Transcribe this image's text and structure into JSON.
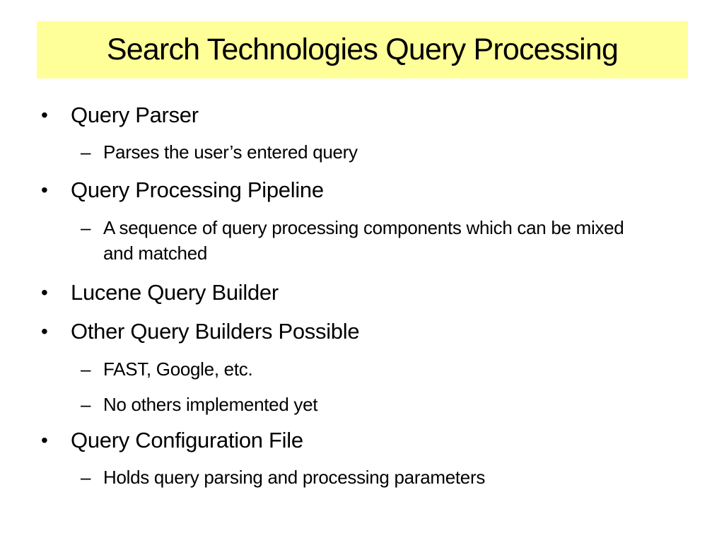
{
  "slide": {
    "title": "Search Technologies Query Processing",
    "accent_color": "#ffff99",
    "bullet_glyph": "•",
    "dash_glyph": "–",
    "items": [
      {
        "label": "Query Parser"
      },
      {
        "label": "Parses the user’s entered query"
      },
      {
        "label": "Query Processing Pipeline"
      },
      {
        "label": "A sequence of query processing components which can be mixed and matched"
      },
      {
        "label": "Lucene Query Builder"
      },
      {
        "label": "Other Query Builders Possible"
      },
      {
        "label": "FAST, Google, etc."
      },
      {
        "label": "No others implemented yet"
      },
      {
        "label": "Query Configuration File"
      },
      {
        "label": "Holds query parsing and processing parameters"
      }
    ]
  }
}
